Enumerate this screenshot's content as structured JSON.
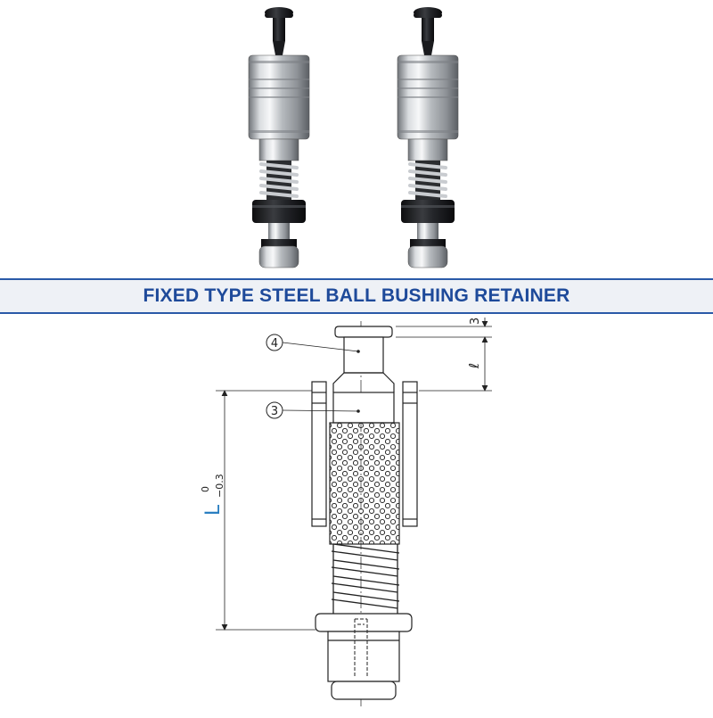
{
  "title": "FIXED TYPE STEEL BALL BUSHING RETAINER",
  "colors": {
    "accent": "#1e4a9a",
    "banner_line": "#2a5aa8",
    "banner_fill": "#eef1f6",
    "dim_L": "#2a7fc1",
    "line": "#222222"
  },
  "drawing": {
    "callout_4": "4",
    "callout_3": "3",
    "dim_top": "3",
    "dim_l": "ℓ",
    "dim_L_letter": "L",
    "dim_L_upper_tol": "0",
    "dim_L_lower_tol": "−0.3"
  },
  "photos": [
    {
      "icon": "ball-bushing-retainer-photo-left"
    },
    {
      "icon": "ball-bushing-retainer-photo-right"
    }
  ]
}
